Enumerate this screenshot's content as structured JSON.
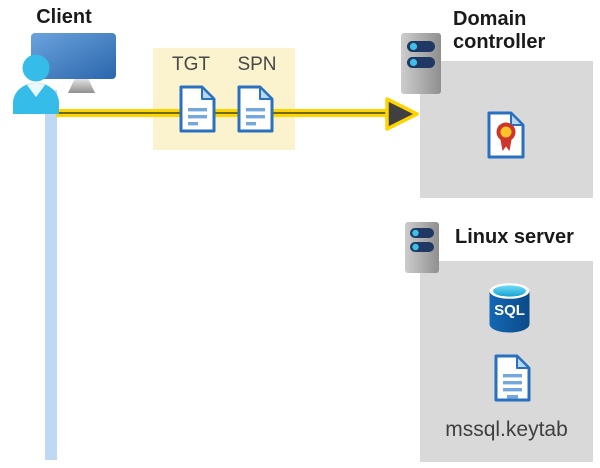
{
  "diagram": {
    "client": {
      "label": "Client"
    },
    "ticket_box": {
      "tgt_label": "TGT",
      "spn_label": "SPN"
    },
    "domain_controller": {
      "label": "Domain controller"
    },
    "linux_server": {
      "label": "Linux server",
      "sql_label": "SQL",
      "keytab_label": "mssql.keytab"
    }
  },
  "colors": {
    "highlight_box_yellow": "#faf3ce",
    "panel_gray": "#d9d9d9",
    "arrow_yellow": "#ffd400",
    "arrow_core_olive": "#6f6a14",
    "arrowhead_dark": "#404040",
    "doc_border_blue": "#2970c0",
    "doc_line_blue": "#74a7dc",
    "doc_fold_blue": "#b7d7f2",
    "client_line_light_blue": "#bfd9f4",
    "server_slot_navy": "#1f3864",
    "person_cyan": "#35bce8",
    "monitor_blue": "#3c7ec0",
    "sql_cylinder_blue": "#0f5da8",
    "sql_top_cyan": "#49cdee",
    "certificate_red": "#d0352b",
    "certificate_gold": "#ffc425",
    "heading_text": "#1a1a1a",
    "keytab_text": "#3f3f3f"
  }
}
